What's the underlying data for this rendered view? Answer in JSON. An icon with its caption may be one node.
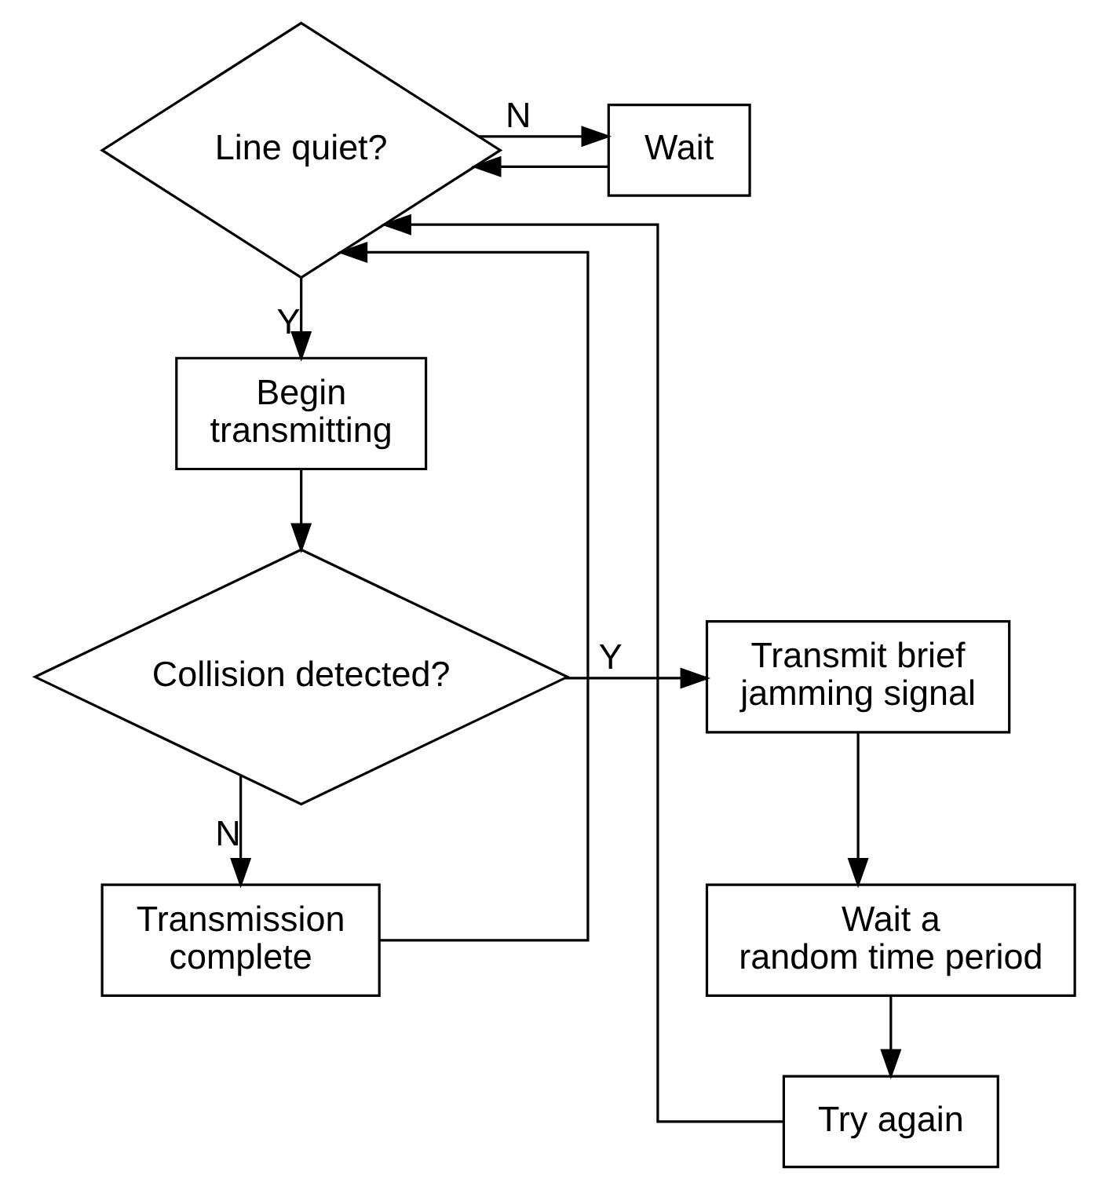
{
  "diagram": {
    "nodes": [
      {
        "text": [
          "Line quiet?"
        ]
      },
      {
        "text": [
          "Wait"
        ]
      },
      {
        "text": [
          "Begin transmitting"
        ]
      },
      {
        "text": [
          "Collision detected?"
        ]
      },
      {
        "text": [
          "Transmission complete"
        ]
      },
      {
        "text": [
          "Transmit brief jamming signal"
        ]
      },
      {
        "text": [
          "Wait a random time period"
        ]
      },
      {
        "text": [
          "Try again"
        ]
      }
    ],
    "edges": [
      {
        "from": 1,
        "to": 0,
        "arrow": "to"
      },
      {
        "from": 4,
        "to": 0,
        "arrow": "to"
      },
      {
        "from": 7,
        "to": 0,
        "arrow": "to"
      },
      {
        "from": 0,
        "to": 1,
        "arrow": "to",
        "label": "N"
      },
      {
        "from": 0,
        "to": 2,
        "arrow": "to",
        "label": "Y"
      },
      {
        "from": 2,
        "to": 3,
        "arrow": "to"
      },
      {
        "from": 3,
        "to": 4,
        "arrow": "to",
        "label": "N"
      },
      {
        "from": 3,
        "to": 5,
        "arrow": "to",
        "label": "Y"
      },
      {
        "from": 5,
        "to": 6,
        "arrow": "to"
      },
      {
        "from": 6,
        "to": 7,
        "arrow": "to"
      }
    ]
  }
}
